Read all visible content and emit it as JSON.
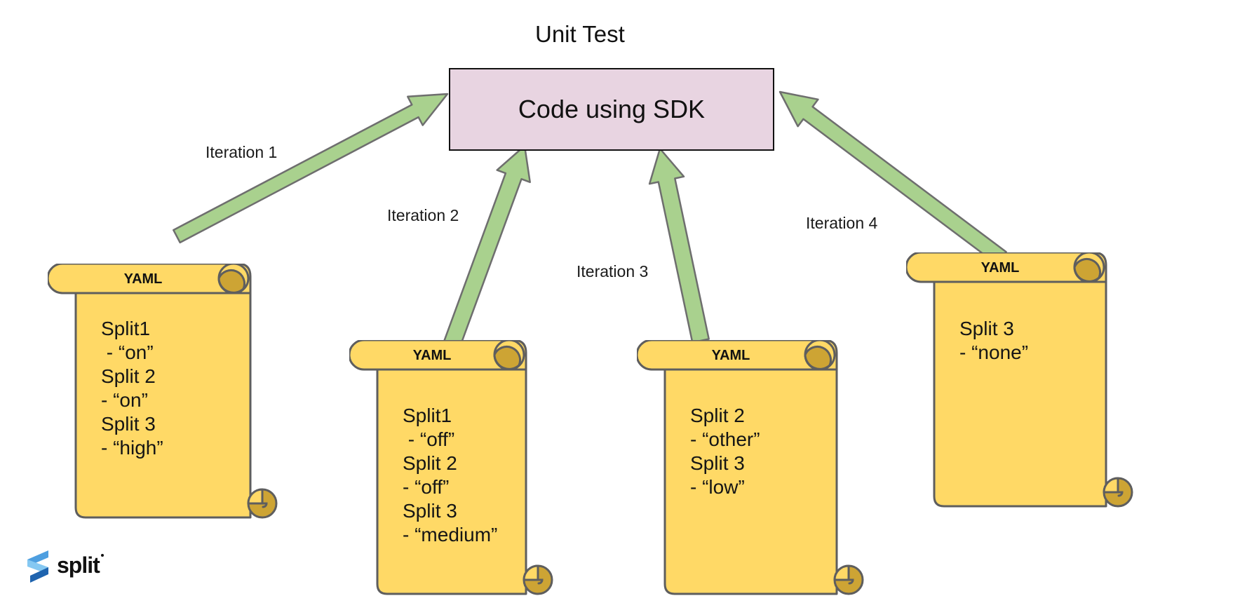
{
  "title": "Unit Test",
  "sdk_box": {
    "label": "Code using SDK"
  },
  "iteration_labels": [
    "Iteration 1",
    "Iteration 2",
    "Iteration 3",
    "Iteration 4"
  ],
  "scrolls": [
    {
      "header": "YAML",
      "lines": [
        "Split1",
        " - “on”",
        "Split 2",
        "- “on”",
        "Split 3",
        "- “high”"
      ]
    },
    {
      "header": "YAML",
      "lines": [
        "Split1",
        " - “off”",
        "Split 2",
        "- “off”",
        "Split 3",
        "- “medium”"
      ]
    },
    {
      "header": "YAML",
      "lines": [
        "Split 2",
        "- “other”",
        "Split 3",
        "- “low”"
      ]
    },
    {
      "header": "YAML",
      "lines": [
        "Split 3",
        "- “none”"
      ]
    }
  ],
  "logo": {
    "text": "split"
  },
  "colors": {
    "scroll_fill": "#FFD966",
    "scroll_shade": "#CDA434",
    "scroll_stroke": "#5E5E5E",
    "arrow_fill": "#A9D18E",
    "arrow_stroke": "#6E6E6E",
    "box_fill": "#E8D4E1",
    "box_border": "#111111",
    "logo_blue_top": "#4E9FE0",
    "logo_blue_mid": "#85C8F2",
    "logo_blue_dark": "#1E63AE"
  }
}
